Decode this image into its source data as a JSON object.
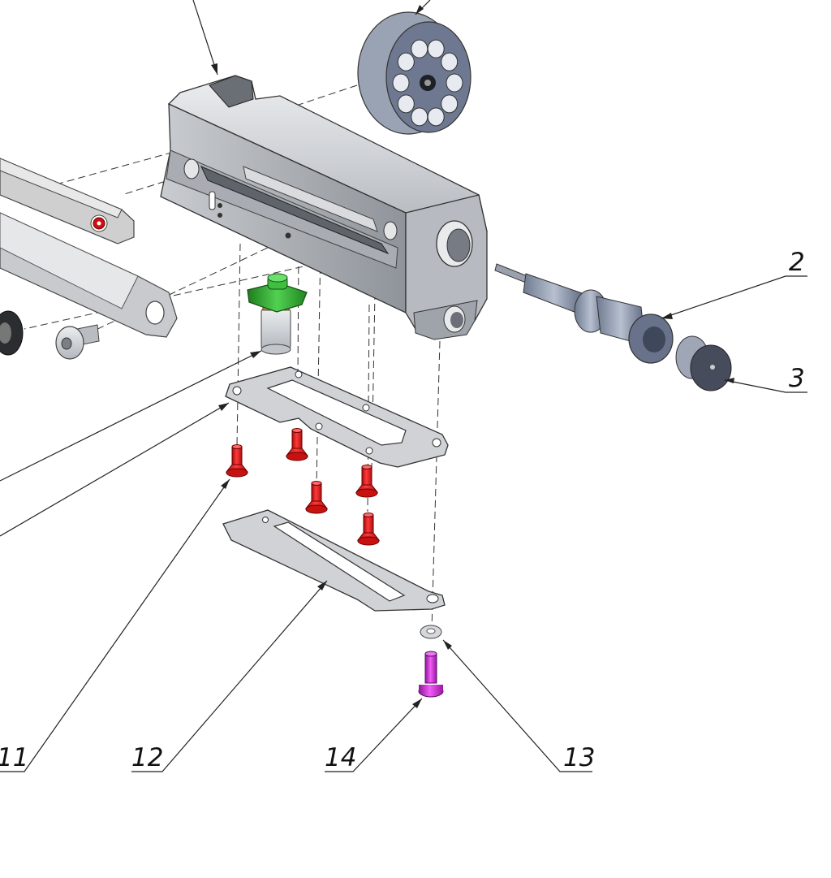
{
  "diagram": {
    "kind": "exploded assembly view",
    "callouts": [
      {
        "id": "callout-2",
        "label": "2"
      },
      {
        "id": "callout-3",
        "label": "3"
      },
      {
        "id": "callout-11",
        "label": "11"
      },
      {
        "id": "callout-12",
        "label": "12"
      },
      {
        "id": "callout-13",
        "label": "13"
      },
      {
        "id": "callout-14",
        "label": "14"
      }
    ]
  },
  "colors": {
    "metal_light": "#dfe1e4",
    "metal_mid": "#b8bcc2",
    "metal_dark": "#8d9299",
    "screw_red": "#e01818",
    "pin_magenta": "#c81fd0",
    "valve_green": "#2eaa2e",
    "accent_red": "#d01010"
  }
}
